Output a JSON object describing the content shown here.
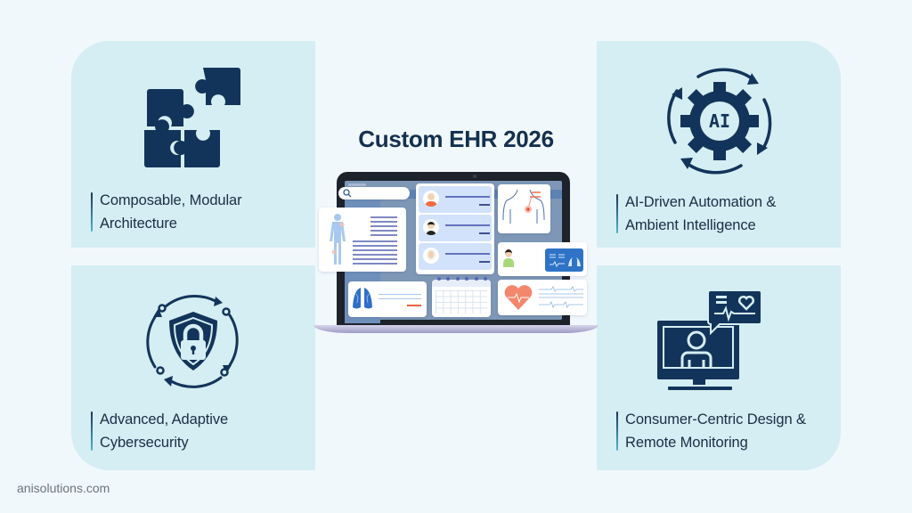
{
  "title": "Custom EHR 2026",
  "footer": {
    "site": "anisolutions.com"
  },
  "colors": {
    "background": "#f1f8fc",
    "card": "#d5eef3",
    "navy": "#14304f",
    "accent_teal": "#4fb6c6",
    "ui_blue": "#2e73c6",
    "coral": "#f08a70"
  },
  "cards": [
    {
      "position": "top-left",
      "icon": "puzzle-pieces-icon",
      "label_line1": "Composable, Modular",
      "label_line2": "Architecture"
    },
    {
      "position": "top-right",
      "icon": "ai-gear-cycle-icon",
      "icon_text": "AI",
      "label_line1": "AI-Driven Automation &",
      "label_line2": "Ambient Intelligence"
    },
    {
      "position": "bottom-left",
      "icon": "shield-lock-cycle-icon",
      "label_line1": "Advanced, Adaptive",
      "label_line2": "Cybersecurity"
    },
    {
      "position": "bottom-right",
      "icon": "monitor-patient-heartbeat-icon",
      "label_line1": "Consumer-Centric Design &",
      "label_line2": "Remote Monitoring"
    }
  ],
  "laptop": {
    "illustration": "ehr-dashboard-illustration",
    "panels": [
      "search-bar",
      "body-chart",
      "patient-list",
      "chest-anatomy",
      "patient-lungs-report",
      "lungs-scan",
      "calendar",
      "heart-ecg"
    ]
  }
}
